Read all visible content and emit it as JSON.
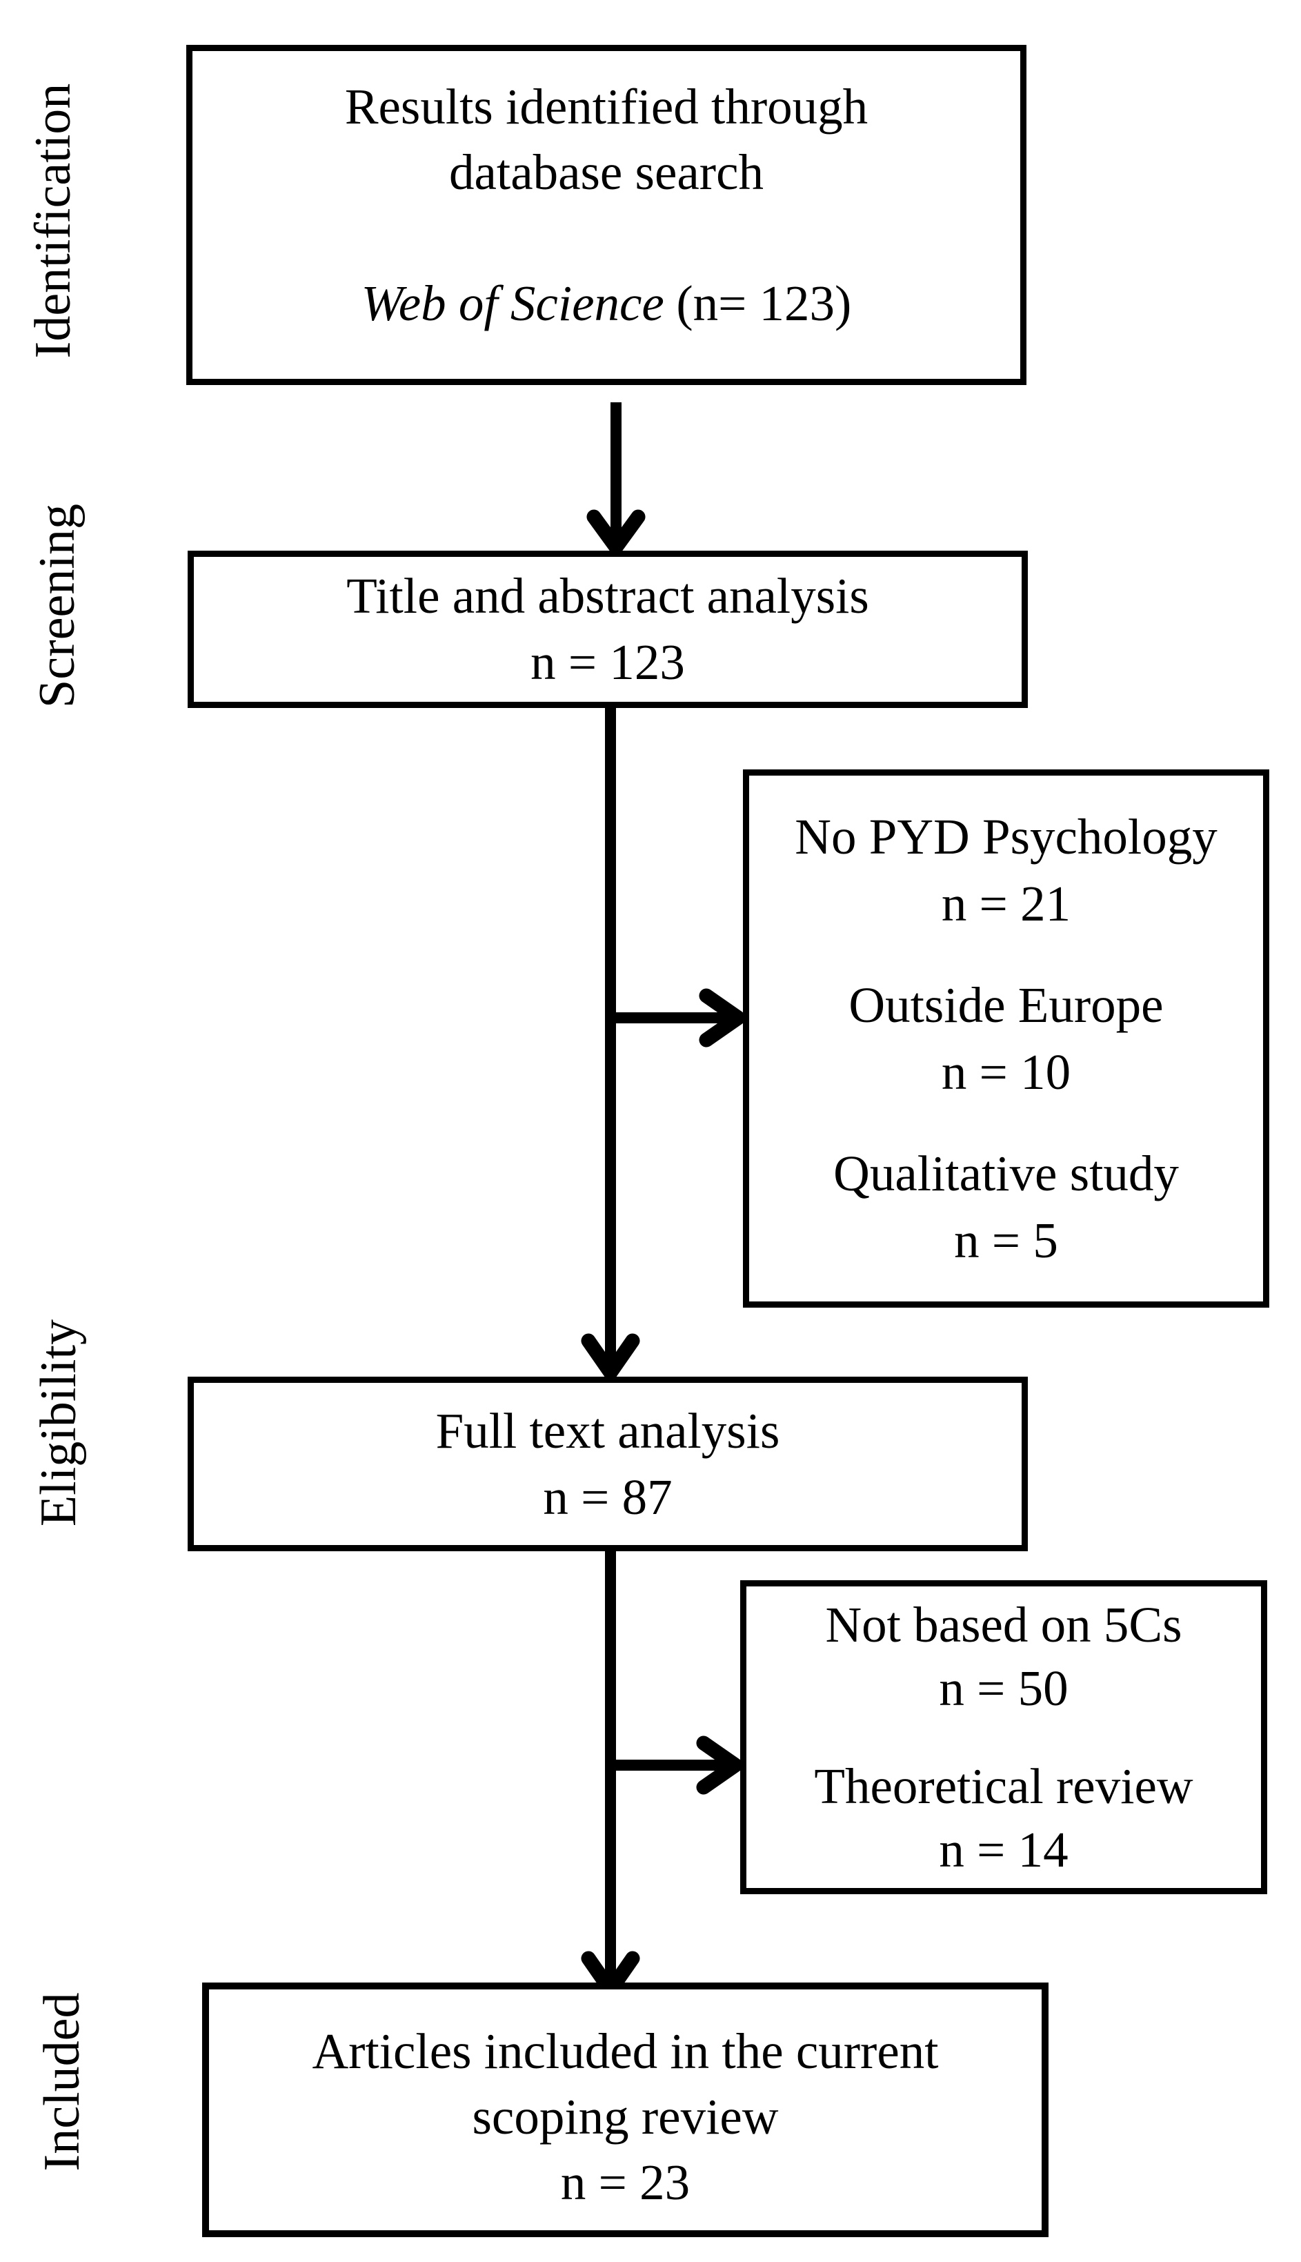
{
  "colors": {
    "ink": "#000000",
    "background": "#ffffff"
  },
  "stage_labels": {
    "identification": "Identification",
    "screening": "Screening",
    "eligibility": "Eligibility",
    "included": "Included"
  },
  "boxes": {
    "identification": {
      "line1": "Results identified through",
      "line2": "database search",
      "source_italic": "Web of Science",
      "source_rest": "(n= 123)"
    },
    "screening": {
      "title": "Title and abstract analysis",
      "count": "n = 123"
    },
    "screening_exclusions": {
      "entries": [
        {
          "label": "No PYD Psychology",
          "count": "n = 21"
        },
        {
          "label": "Outside Europe",
          "count": "n = 10"
        },
        {
          "label": "Qualitative study",
          "count": "n = 5"
        }
      ]
    },
    "eligibility": {
      "title": "Full text analysis",
      "count": "n = 87"
    },
    "eligibility_exclusions": {
      "entries": [
        {
          "label": "Not based on 5Cs",
          "count": "n = 50"
        },
        {
          "label": "Theoretical review",
          "count": "n = 14"
        }
      ]
    },
    "included": {
      "line1": "Articles included in the current",
      "line2": "scoping review",
      "count": "n = 23"
    }
  }
}
